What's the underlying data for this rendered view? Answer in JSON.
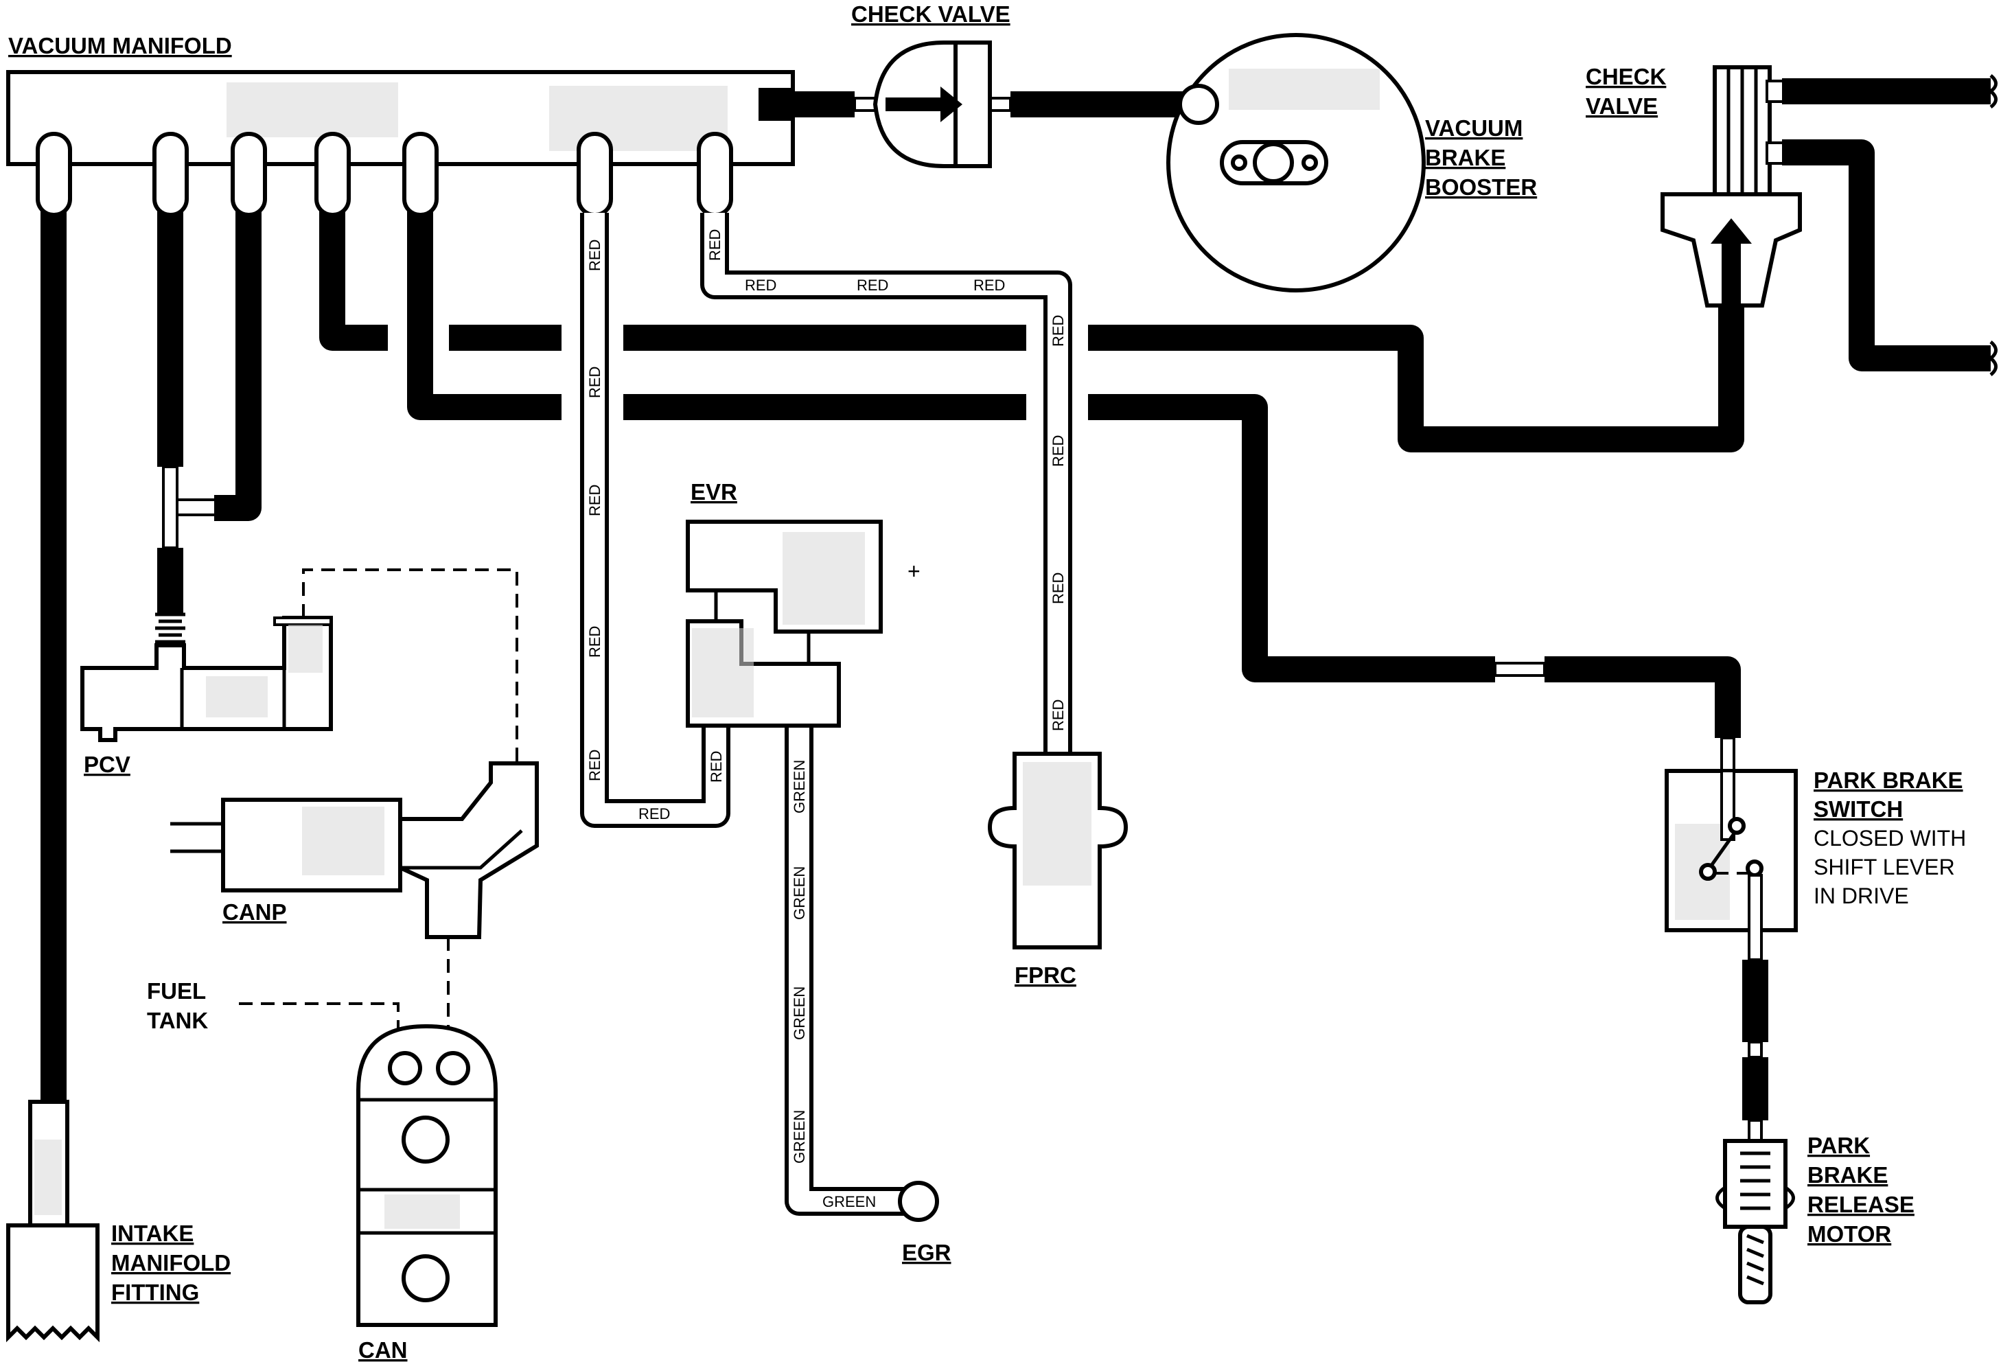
{
  "labels": {
    "vacuum_manifold": "VACUUM MANIFOLD",
    "check_valve_top": "CHECK VALVE",
    "vacuum_brake_booster": [
      "VACUUM",
      "BRAKE",
      "BOOSTER"
    ],
    "check_valve_right": [
      "CHECK",
      "VALVE"
    ],
    "evr": "EVR",
    "pcv": "PCV",
    "canp": "CANP",
    "fuel_tank": [
      "FUEL",
      "TANK"
    ],
    "can": "CAN",
    "fprc": "FPRC",
    "egr": "EGR",
    "intake_manifold_fitting": [
      "INTAKE",
      "MANIFOLD",
      "FITTING"
    ],
    "park_brake_switch": [
      "PARK BRAKE",
      "SWITCH"
    ],
    "park_brake_switch_note": [
      "CLOSED WITH",
      "SHIFT LEVER",
      "IN DRIVE"
    ],
    "park_brake_release_motor": [
      "PARK",
      "BRAKE",
      "RELEASE",
      "MOTOR"
    ],
    "plus_mark": "+"
  },
  "hose_labels": {
    "red": "RED",
    "green": "GREEN"
  },
  "colors": {
    "line": "#000000",
    "background": "#ffffff",
    "shading": "#d9d9d9"
  }
}
